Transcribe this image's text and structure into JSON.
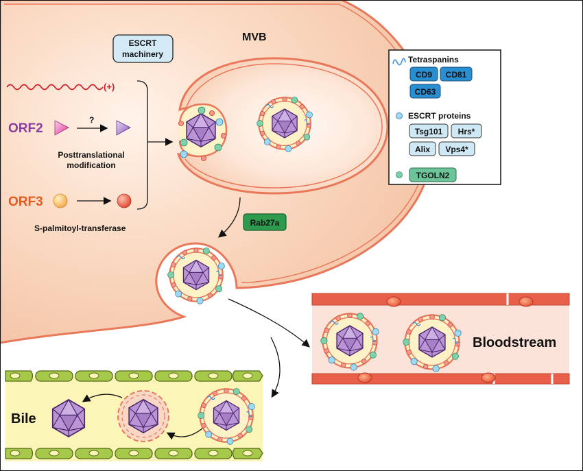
{
  "labels": {
    "mvb": "MVB",
    "escrt_machinery_line1": "ESCRT",
    "escrt_machinery_line2": "machinery",
    "plus_strand": "(+)",
    "orf2": "ORF2",
    "question": "?",
    "ptm_line1": "Posttranslational",
    "ptm_line2": "modification",
    "orf3": "ORF3",
    "palmitoyl": "S-palmitoyl-transferase",
    "rab27a": "Rab27a",
    "bloodstream": "Bloodstream",
    "bile": "Bile"
  },
  "legend": {
    "tetraspanins_title": "Tetraspanins",
    "tetraspanins": [
      "CD9",
      "CD81",
      "CD63"
    ],
    "escrt_title": "ESCRT proteins",
    "escrt": [
      "Tsg101",
      "Hrs*",
      "Alix",
      "Vps4*"
    ],
    "tgoln2": "TGOLN2"
  },
  "colors": {
    "cell_fill": "#f9d7c0",
    "membrane": "#e9775a",
    "capsid": "#a880c4",
    "capsid_edge": "#5a2d7c",
    "orf2_text": "#8a3fa0",
    "orf3_text": "#e25a1f",
    "plus_strand": "#d0202a",
    "escrt_box": "#cfe8f5",
    "cd_box": "#2a8fd0",
    "rab27a_box": "#2e9a4e",
    "tgoln2_box": "#6cc49a",
    "blood_vessel": "#e9604a",
    "bile_duct": "#a6c94a",
    "bile_fill": "#fbf5b8"
  },
  "icons": [
    "tetraspanin-icon",
    "escrt-dot-icon",
    "tgoln2-dot-icon",
    "capsid-icon",
    "orf2-triangle-icon",
    "orf3-sphere-icon"
  ]
}
